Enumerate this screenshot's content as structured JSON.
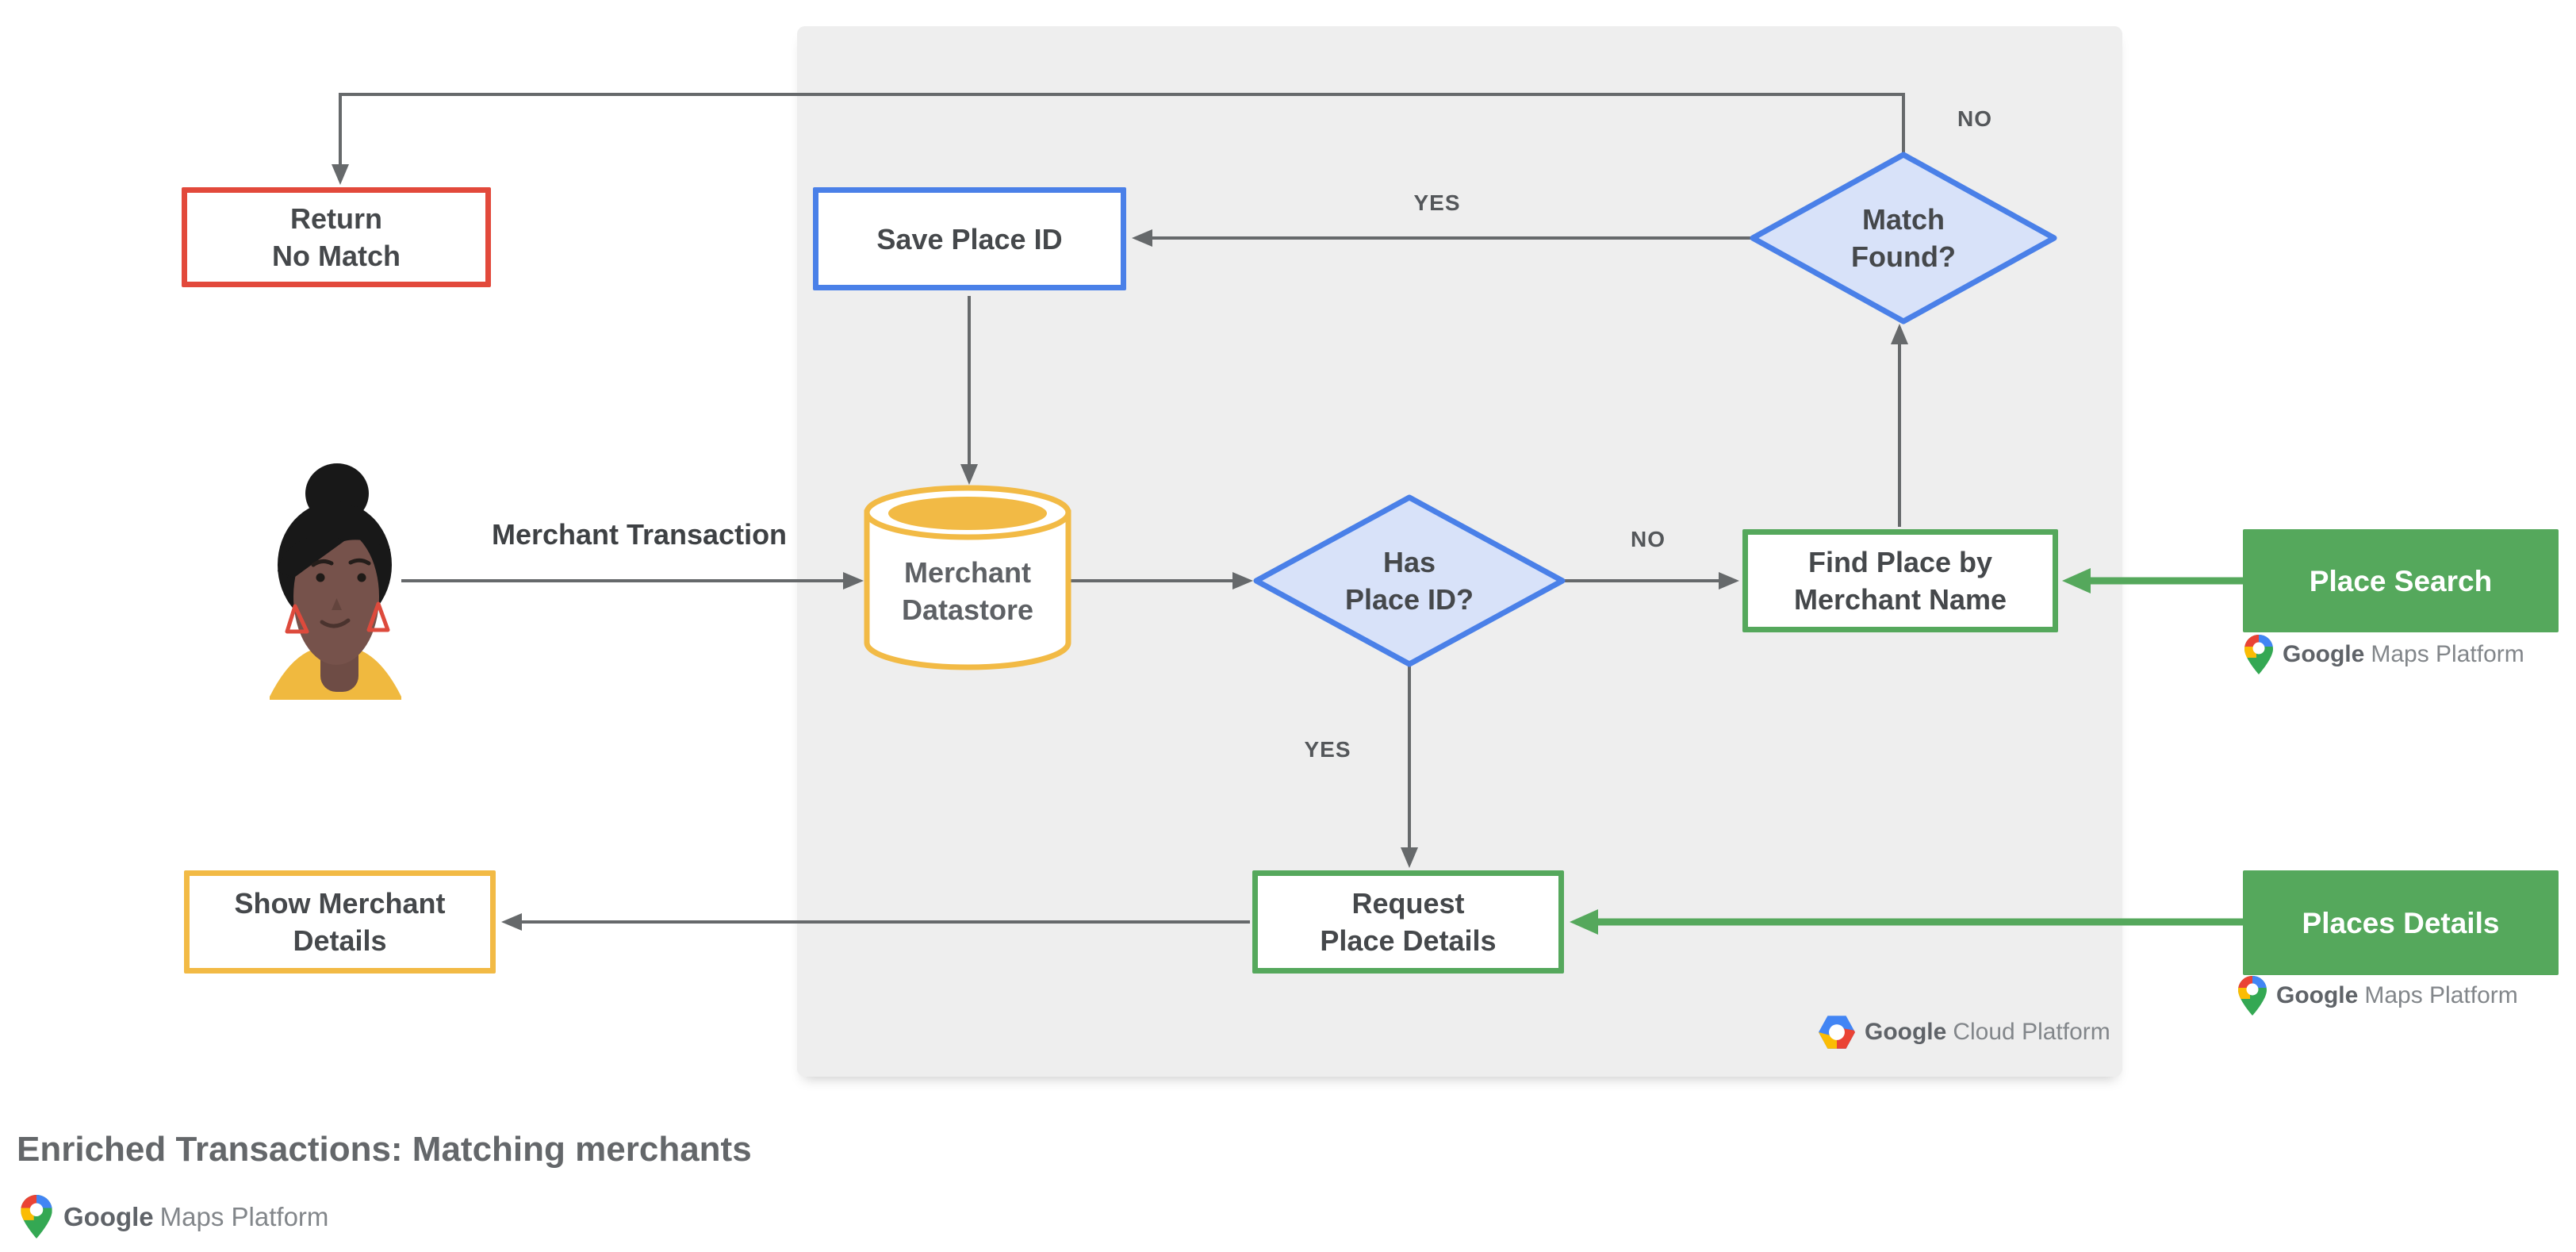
{
  "title": "Enriched Transactions: Matching merchants",
  "colors": {
    "red": "#E2493B",
    "blue": "#4A80E8",
    "blue_fill": "#D8E2F9",
    "yellow": "#F2BA45",
    "green": "#55A85C",
    "line": "#66696B",
    "panel": "#EEEEEE",
    "text": "#45484B",
    "label": "#54575A"
  },
  "nodes": {
    "return_no_match": {
      "lines": [
        "Return",
        "No Match"
      ]
    },
    "save_place_id": {
      "label": "Save Place ID"
    },
    "merchant_datastore": {
      "lines": [
        "Merchant",
        "Datastore"
      ]
    },
    "has_place_id": {
      "lines": [
        "Has",
        "Place ID?"
      ]
    },
    "match_found": {
      "lines": [
        "Match",
        "Found?"
      ]
    },
    "find_place_by_merchant_name": {
      "lines": [
        "Find Place by",
        "Merchant Name"
      ]
    },
    "request_place_details": {
      "lines": [
        "Request",
        "Place Details"
      ]
    },
    "show_merchant_details": {
      "lines": [
        "Show Merchant",
        "Details"
      ]
    },
    "place_search": {
      "label": "Place Search"
    },
    "places_details": {
      "label": "Places Details"
    }
  },
  "edge_labels": {
    "merchant_transaction": "Merchant Transaction",
    "yes_to_save": "YES",
    "no_to_return": "NO",
    "no_to_find": "NO",
    "yes_to_request": "YES"
  },
  "logos": {
    "gmp": {
      "google": "Google",
      "rest": "Maps Platform"
    },
    "gcp": {
      "google": "Google",
      "rest": "Cloud Platform"
    }
  },
  "icons": {
    "maps_pin": "google-maps-pin-icon",
    "gcp_hexagon": "google-cloud-hexagon-icon",
    "person": "merchant-user-avatar"
  }
}
